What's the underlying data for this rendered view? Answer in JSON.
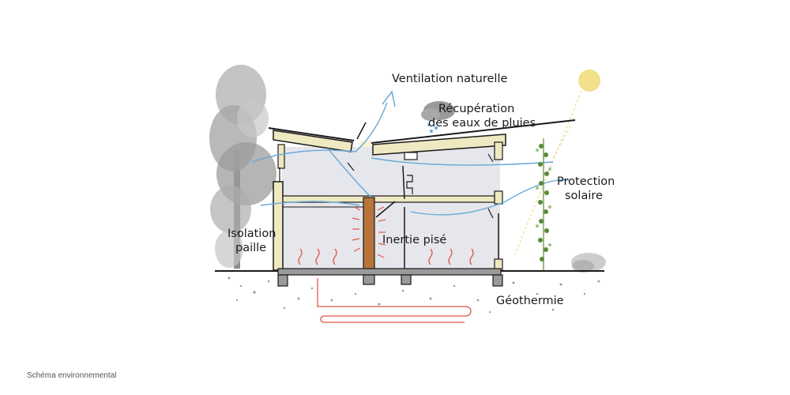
{
  "diagram": {
    "labels": {
      "ventilation": "Ventilation naturelle",
      "recuperation_line1": "Récupération",
      "recuperation_line2": "des eaux de pluies",
      "protection_line1": "Protection",
      "protection_line2": "solaire",
      "isolation_line1": "Isolation",
      "isolation_line2": "paille",
      "inertie": "Inertie pisé",
      "geothermie": "Géothermie"
    },
    "colors": {
      "ink": "#1a1a1a",
      "insulation": "#efe9c2",
      "interior": "#e6e7ec",
      "air_flow": "#6aa9d8",
      "heat": "#e0574a",
      "rammed_earth": "#b8743a",
      "sun": "#f1df8a",
      "sun_ray": "#e8dc8a",
      "light_cone": "#f6f0c8",
      "tree": "#9a9a9a",
      "vine": "#5a8a3a",
      "gravel": "#9a9a9a"
    },
    "icons": [
      "sun-icon",
      "rain-cloud-icon",
      "tree-icon",
      "climbing-plant-icon"
    ]
  },
  "caption": "Schéma environnemental"
}
